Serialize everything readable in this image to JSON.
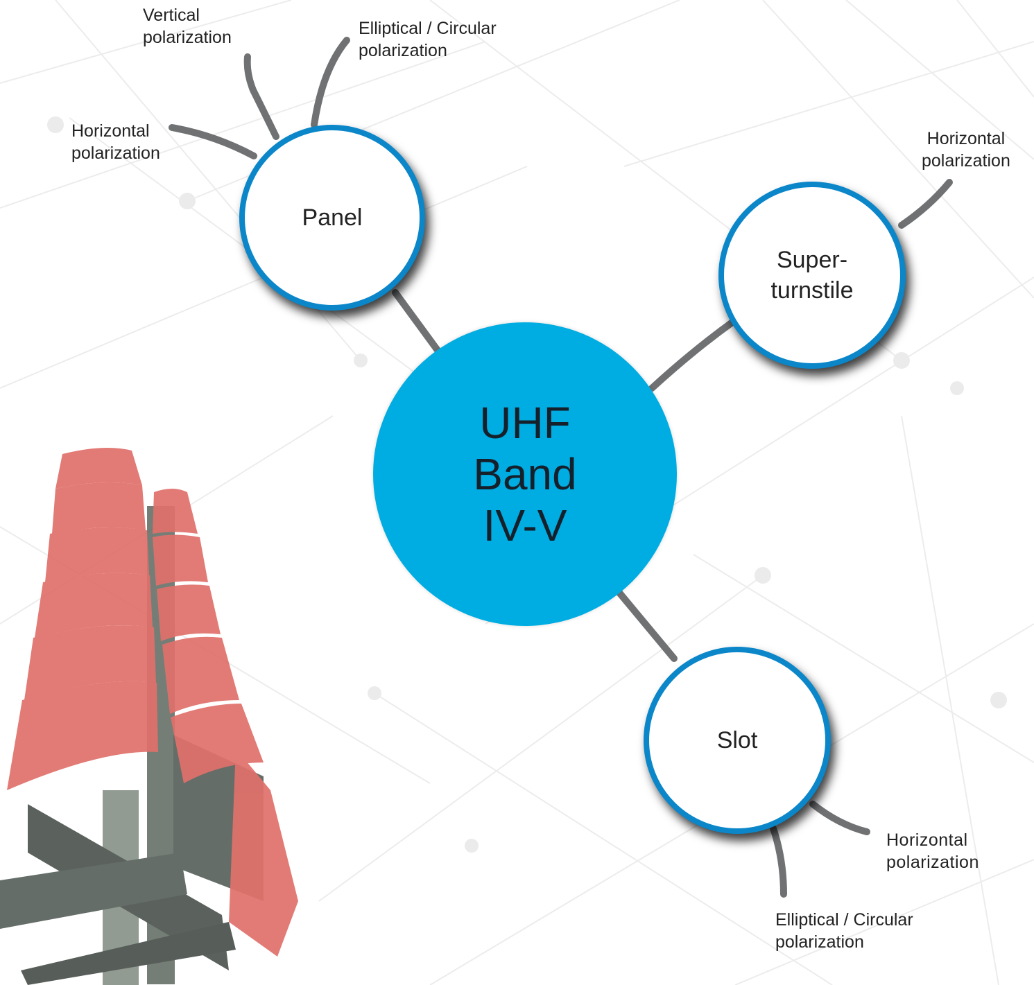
{
  "center": {
    "label": "UHF\nBand\nIV-V",
    "color": "#00ade2"
  },
  "nodes": [
    {
      "id": "panel",
      "label": "Panel"
    },
    {
      "id": "superturnstile",
      "label": "Super-\nturnstile"
    },
    {
      "id": "slot",
      "label": "Slot"
    }
  ],
  "polarizations": {
    "panel": [
      "Vertical\npolarization",
      "Elliptical / Circular\npolarization",
      "Horizontal\npolarization"
    ],
    "superturnstile": [
      "Horizontal\npolarization"
    ],
    "slot": [
      "Horizontal\npolarization",
      "Elliptical / Circular\npolarization"
    ]
  },
  "colors": {
    "ring": "#0a86c9",
    "connector": "#6f7173",
    "antenna": "#e0716b"
  }
}
